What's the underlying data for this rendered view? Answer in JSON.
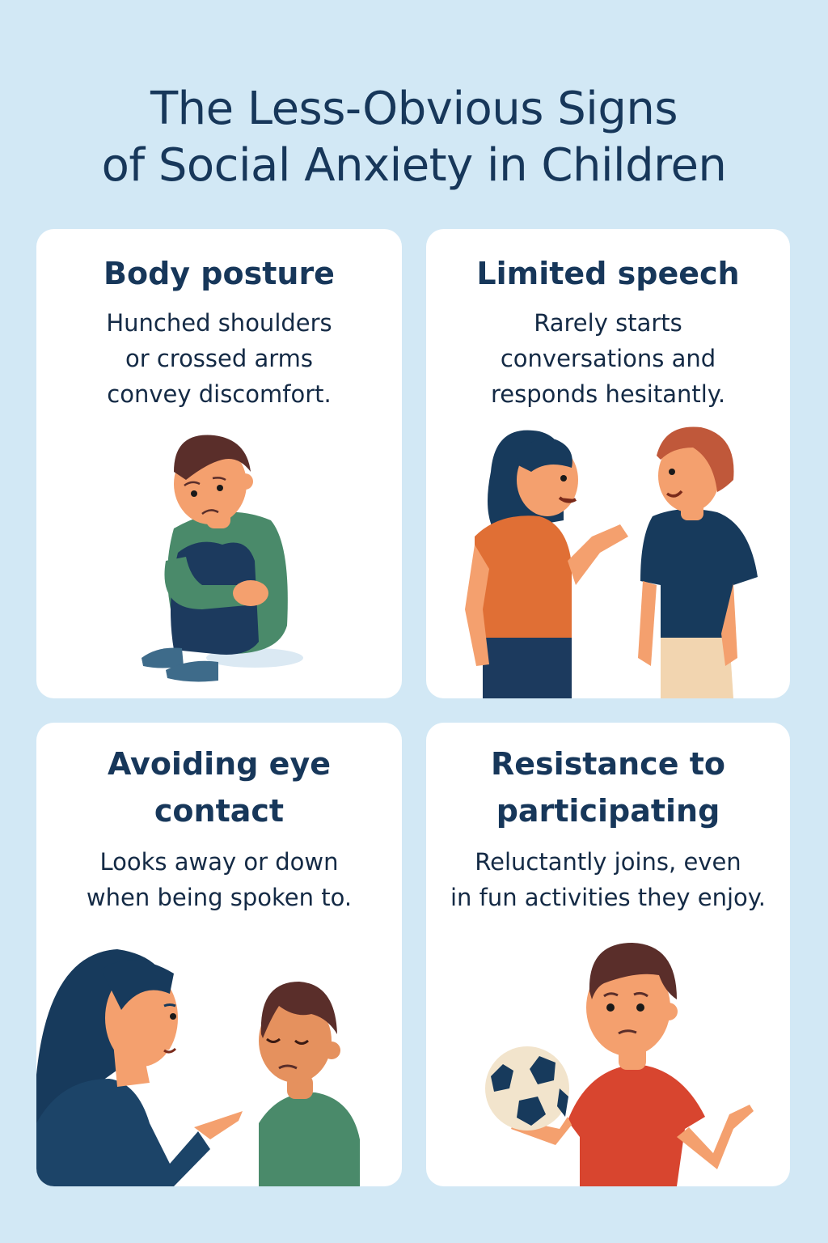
{
  "title": {
    "line1": "The Less-Obvious Signs",
    "line2": "of Social Anxiety in Children"
  },
  "colors": {
    "background": "#d2e8f5",
    "card": "#ffffff",
    "heading_text": "#17375a",
    "body_text": "#142a45",
    "skin": "#f4a06e",
    "hair_brown": "#5a2e2a",
    "hair_navy": "#173a5c",
    "shirt_green": "#4a8a6a",
    "shirt_orange": "#e06f35",
    "shirt_navy": "#173a5c",
    "shirt_red": "#d8452f",
    "pants_navy": "#1c3a5e",
    "shorts_beige": "#f2d5b0",
    "shoes_teal": "#3e6b8a"
  },
  "cards": [
    {
      "heading": [
        "Body posture"
      ],
      "text": [
        "Hunched shoulders",
        "or crossed arms",
        "convey discomfort."
      ],
      "illustration": "sad-boy-hugging-knees"
    },
    {
      "heading": [
        "Limited speech"
      ],
      "text": [
        "Rarely starts",
        "conversations and",
        "responds hesitantly."
      ],
      "illustration": "girl-talking-to-boy"
    },
    {
      "heading": [
        "Avoiding eye",
        "contact"
      ],
      "text": [
        "Looks away or down",
        "when being spoken to."
      ],
      "illustration": "woman-pointing-at-boy-looking-down"
    },
    {
      "heading": [
        "Resistance to",
        "participating"
      ],
      "text": [
        "Reluctantly joins, even",
        "in fun activities they enjoy."
      ],
      "illustration": "boy-holding-soccer-ball-shrugging"
    }
  ]
}
